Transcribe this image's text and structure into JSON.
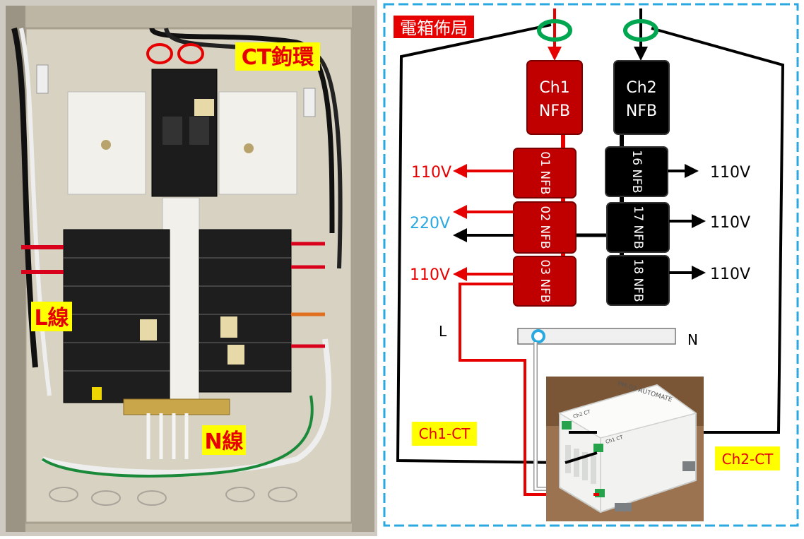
{
  "photo": {
    "ct_clamp_label": "CT鉤環",
    "l_wire_label": "L線",
    "n_wire_label": "N線",
    "colors": {
      "highlight": "#ffff00",
      "text": "#e60000",
      "ring": "#e60000"
    }
  },
  "diagram": {
    "title": "電箱佈局",
    "main_breakers": [
      {
        "line1": "Ch1",
        "line2": "NFB",
        "color": "#c00000"
      },
      {
        "line1": "Ch2",
        "line2": "NFB",
        "color": "#000000"
      }
    ],
    "left_branch": [
      {
        "label": "01 NFB",
        "voltage": "110V"
      },
      {
        "label": "02 NFB",
        "voltage": "220V"
      },
      {
        "label": "03 NFB",
        "voltage": "110V"
      }
    ],
    "right_branch": [
      {
        "label": "16 NFB",
        "voltage": "110V"
      },
      {
        "label": "17 NFB",
        "voltage": "110V"
      },
      {
        "label": "18 NFB",
        "voltage": "110V"
      }
    ],
    "l_label": "L",
    "n_label": "N",
    "ch1_ct_label": "Ch1-CT",
    "ch2_ct_label": "Ch2-CT",
    "device": {
      "label": "PM-02 AUTOMATE",
      "ct_ports": [
        "Ch2 CT",
        "Ch1 CT"
      ]
    },
    "colors": {
      "red": "#e60000",
      "dark_red": "#c00000",
      "black": "#000000",
      "blue": "#2aa9e0",
      "green": "#00a650",
      "highlight": "#ffff00"
    }
  }
}
